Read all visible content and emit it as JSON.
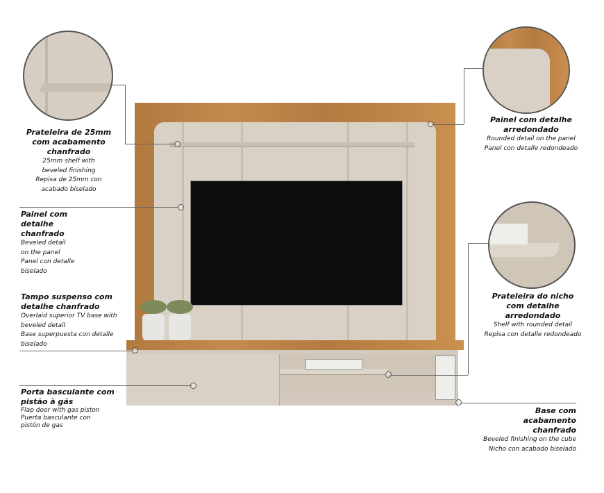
{
  "callouts": {
    "shelf": {
      "title": "Prateleira de 25mm com acabamento chanfrado",
      "en": "25mm shelf with beveled finishing",
      "es": "Repisa de 25mm con acabado biselado"
    },
    "panel_beveled": {
      "title": "Painel com detalhe chanfrado",
      "en": "Beveled detail on the panel",
      "es": "Panel con detalle biselado"
    },
    "top": {
      "title": "Tampo suspenso com detalhe chanfrado",
      "en": "Overlaid superior TV base with beveled detail",
      "es": "Base superpuesta con detalle biselado"
    },
    "door": {
      "title": "Porta basculante com pistão à gás",
      "en": "Flap door with gas piston",
      "es": "Puerta basculante con pistón de gas"
    },
    "panel_rounded": {
      "title": "Painel com detalhe arredondado",
      "en": "Rounded detail on the panel",
      "es": "Panel con detalle redondeado"
    },
    "niche_shelf": {
      "title": "Prateleira do nicho com detalhe arredondado",
      "en": "Shelf with rounded detail",
      "es": "Repisa con detalle redondeado"
    },
    "base": {
      "title": "Base com acabamento chanfrado",
      "en": "Beveled finishing on the cube",
      "es": "Nicho con acabado biselado"
    }
  },
  "colors": {
    "wood": "#b97f44",
    "beige": "#d9d1c5",
    "tv": "#0d0d0d"
  }
}
